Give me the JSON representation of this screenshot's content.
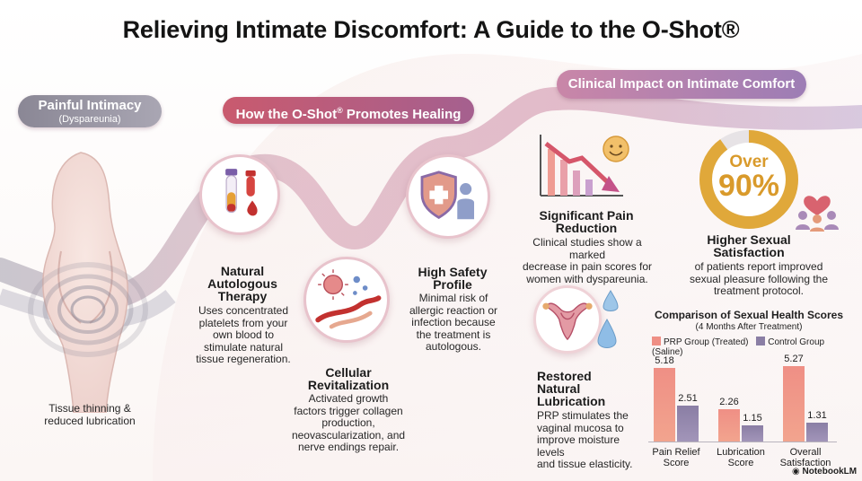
{
  "title": "Relieving Intimate Discomfort: A Guide to the O-Shot®",
  "left_section": {
    "pill_title": "Painful Intimacy",
    "pill_subtitle": "(Dyspareunia)",
    "caption_line1": "Tissue thinning &",
    "caption_line2": "reduced lubrication"
  },
  "middle_section": {
    "pill_title": "How the O-Shot",
    "pill_title_mark": "®",
    "pill_title_tail": " Promotes Healing",
    "items": [
      {
        "heading_lines": [
          "Natural",
          "Autologous",
          "Therapy"
        ],
        "body_lines": [
          "Uses concentrated",
          "platelets from your",
          "own blood to",
          "stimulate natural",
          "tissue regeneration."
        ]
      },
      {
        "heading_lines": [
          "Cellular",
          "Revitalization"
        ],
        "body_lines": [
          "Activated growth",
          "factors trigger collagen",
          "production,",
          "neovascularization, and",
          "nerve endings repair."
        ]
      },
      {
        "heading_lines": [
          "High Safety",
          "Profile"
        ],
        "body_lines": [
          "Minimal risk of",
          "allergic reaction or",
          "infection because",
          "the treatment is",
          "autologous."
        ]
      }
    ]
  },
  "right_section": {
    "pill_title": "Clinical Impact on Intimate Comfort",
    "pain": {
      "heading_lines": [
        "Significant Pain",
        "Reduction"
      ],
      "body_lines": [
        "Clinical studies show a marked",
        "decrease in pain scores for",
        "women with dyspareunia."
      ]
    },
    "satisfaction": {
      "badge_top": "Over",
      "badge_value": "90%",
      "badge_fraction": 0.9,
      "heading_lines": [
        "Higher Sexual",
        "Satisfaction"
      ],
      "body_lines": [
        "of patients report improved",
        "sexual pleasure following the",
        "treatment protocol."
      ]
    },
    "lubrication": {
      "heading_lines": [
        "Restored",
        "Natural",
        "Lubrication"
      ],
      "body_lines": [
        "PRP stimulates the",
        "vaginal mucosa to",
        "improve moisture levels",
        "and tissue elasticity."
      ]
    }
  },
  "chart_data": {
    "type": "bar",
    "title": "Comparison of Sexual Health Scores",
    "subtitle": "(4 Months After Treatment)",
    "categories": [
      [
        "Pain Relief",
        "Score"
      ],
      [
        "Lubrication",
        "Score"
      ],
      [
        "Overall",
        "Satisfaction"
      ]
    ],
    "series": [
      {
        "name": "PRP Group (Treated)",
        "values": [
          5.18,
          2.26,
          5.27
        ],
        "color": "#ef8f85"
      },
      {
        "name": "Control Group (Saline)",
        "values": [
          2.51,
          1.15,
          1.31
        ],
        "color": "#8a7ea4"
      }
    ],
    "value_labels": [
      [
        "5.18",
        "2.26",
        "5.27"
      ],
      [
        "2.51",
        "1.15",
        "1.31"
      ]
    ],
    "ylim": [
      0,
      5.3
    ],
    "grid": false,
    "legend": "top"
  },
  "branding": {
    "logo_text": "NotebookLM"
  },
  "colors": {
    "accent_pink": "#d06b82",
    "accent_purple": "#9d7db5",
    "neutral_grey": "#9c99a6",
    "gold": "#e2a93a"
  },
  "icons": [
    "woman-silhouette-icon",
    "blood-tube-icon",
    "blood-drop-icon",
    "cell-virus-icon",
    "blood-vessel-icon",
    "shield-cross-icon",
    "person-icon",
    "decline-chart-icon",
    "smiley-icon",
    "uterus-icon",
    "water-drop-icon",
    "heart-people-icon",
    "sparkle-logo-icon"
  ]
}
